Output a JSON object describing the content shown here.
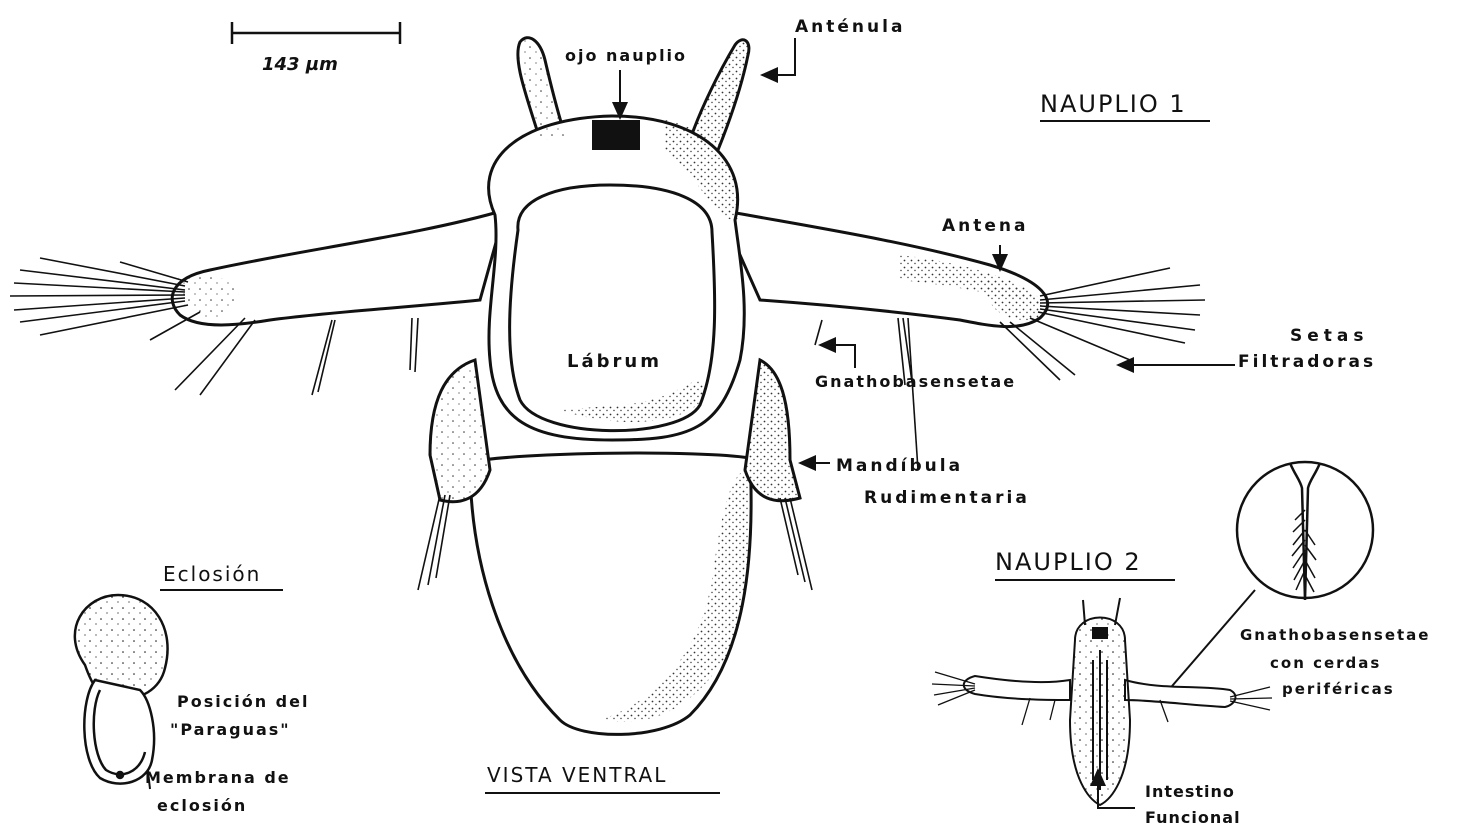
{
  "scale_bar": {
    "label": "143 µm"
  },
  "titles": {
    "nauplio1": "NAUPLIO 1",
    "nauplio2": "NAUPLIO 2",
    "vista": "VISTA VENTRAL",
    "eclosion": "Eclosión"
  },
  "labels": {
    "ojo": "ojo nauplio",
    "antenula": "Anténula",
    "antena": "Antena",
    "labrum": "Lábrum",
    "setas": [
      "Setas",
      "Filtradoras"
    ],
    "gnatho": "Gnathobasensetae",
    "mandibula": [
      "Mandíbula",
      "Rudimentaria"
    ],
    "posicion": [
      "Posición del",
      "\"Paraguas\""
    ],
    "membrana": [
      "Membrana de",
      "eclosión"
    ],
    "gnatho2": [
      "Gnathobasensetae",
      "con cerdas",
      "periféricas"
    ],
    "intestino": [
      "Intestino",
      "Funcional"
    ]
  },
  "colors": {
    "ink": "#111111",
    "background": "#ffffff"
  }
}
